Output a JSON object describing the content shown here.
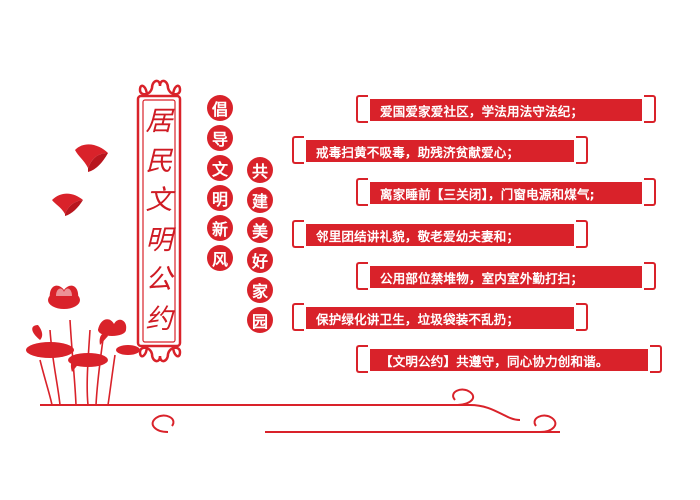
{
  "title_chars": [
    "居",
    "民",
    "文",
    "明",
    "公",
    "约"
  ],
  "slogan_a": [
    "倡",
    "导",
    "文",
    "明",
    "新",
    "风"
  ],
  "slogan_b": [
    "共",
    "建",
    "美",
    "好",
    "家",
    "园"
  ],
  "rules": [
    "爱国爱家爱社区，学法用法守法纪；",
    "戒毒扫黄不吸毒，助残济贫献爱心；",
    "离家睡前【三关闭】，门窗电源和煤气;",
    "邻里团结讲礼貌，敬老爱幼夫妻和；",
    "公用部位禁堆物，室内室外勤打扫；",
    "保护绿化讲卫生，垃圾袋装不乱扔；",
    "【文明公约】共遵守，同心协力创和谐。"
  ],
  "colors": {
    "accent": "#d9222a",
    "white": "#ffffff"
  },
  "icons": [
    "bird-icon",
    "lotus-icon",
    "scroll-ornament-icon",
    "wave-ornament-icon"
  ]
}
